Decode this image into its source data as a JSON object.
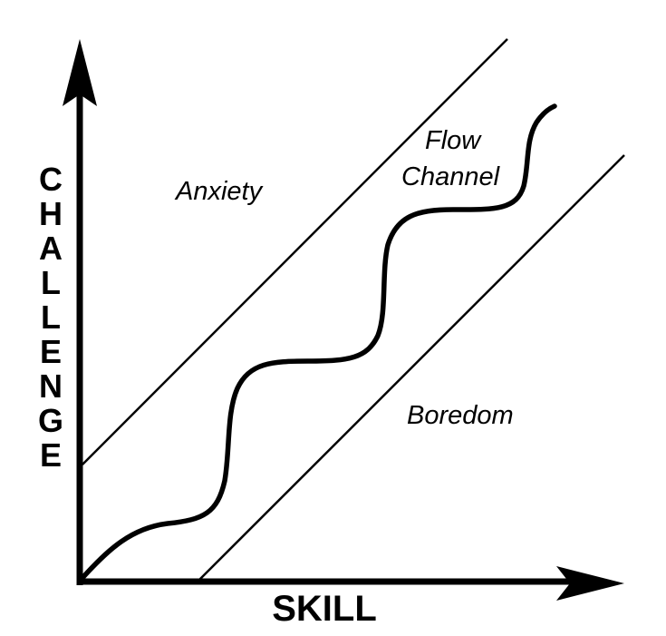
{
  "diagram": {
    "type": "flow-channel-diagram",
    "y_axis": {
      "label": "CHALLENGE",
      "letters": [
        "C",
        "H",
        "A",
        "L",
        "L",
        "E",
        "N",
        "G",
        "E"
      ]
    },
    "x_axis": {
      "label": "SKILL"
    },
    "regions": {
      "anxiety": "Anxiety",
      "flow_line1": "Flow",
      "flow_line2": "Channel",
      "boredom": "Boredom"
    },
    "colors": {
      "stroke": "#000000",
      "background": "#ffffff"
    }
  }
}
